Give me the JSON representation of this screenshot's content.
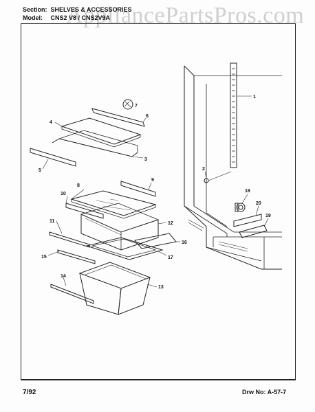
{
  "header": {
    "section_label": "Section:",
    "section_value": "SHELVES & ACCESSORIES",
    "model_label": "Model:",
    "model_value": "CNS2 V8 / CNS2V9A"
  },
  "watermark": "AppliancePartsPros.com",
  "footer": {
    "date": "7/92",
    "drawing_number": "Drw No:  A-57-7"
  },
  "callouts": [
    "1",
    "2",
    "3",
    "4",
    "5",
    "6",
    "7",
    "8",
    "9",
    "10",
    "11",
    "12",
    "13",
    "14",
    "15",
    "16",
    "17",
    "18",
    "19",
    "20"
  ]
}
